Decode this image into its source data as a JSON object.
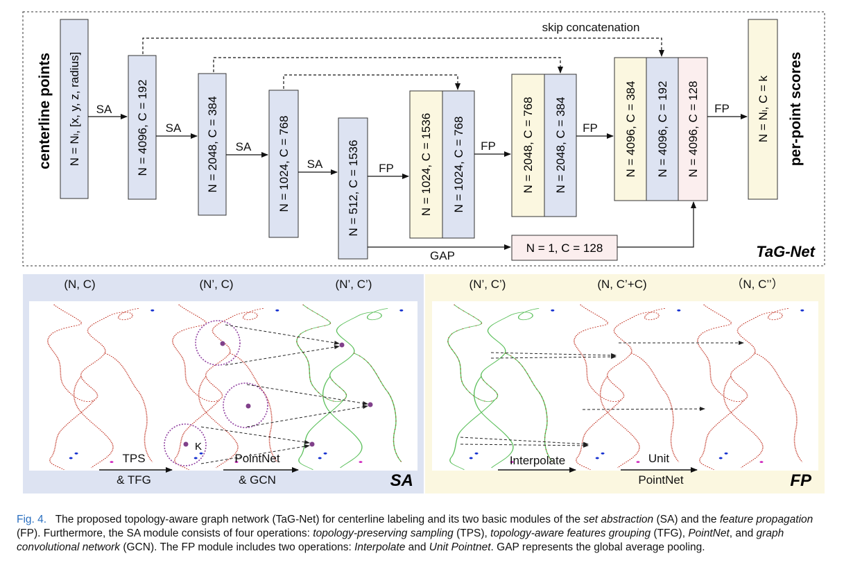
{
  "colors": {
    "sa_fill": "#dde3f2",
    "fp_fill": "#fbf7e0",
    "gap_fill": "#fbeeee",
    "panel_sa_bg": "#dde3f2",
    "panel_fp_bg": "#fbf7e0",
    "caption_blue": "#2a6fbf"
  },
  "top_diagram": {
    "input_label": "centerline points",
    "input_box": "N = Nₗ, [x, y, z, radius]",
    "sa_boxes": [
      "N = 4096, C = 192",
      "N = 2048, C = 384",
      "N = 1024, C = 768",
      "N = 512, C = 1536"
    ],
    "fp1_boxes": [
      "N = 1024, C = 1536",
      "N = 1024, C = 768"
    ],
    "fp2_boxes": [
      "N = 2048, C = 768",
      "N = 2048, C = 384"
    ],
    "fp3_boxes": [
      "N = 4096, C = 384",
      "N = 4096, C = 192",
      "N = 4096, C = 128"
    ],
    "output_box": "N = Nₗ, C = k",
    "output_label": "per-point scores",
    "gap_box": "N = 1, C = 128",
    "labels": {
      "sa": "SA",
      "fp": "FP",
      "gap": "GAP",
      "skip": "skip concatenation",
      "title": "TaG-Net"
    }
  },
  "sa_panel": {
    "headers": [
      "(N, C)",
      "(N’, C)",
      "(N’, C’)"
    ],
    "k_label": "K",
    "op1": [
      "TPS",
      "& TFG"
    ],
    "op2": [
      "PointNet",
      "& GCN"
    ],
    "title": "SA"
  },
  "fp_panel": {
    "headers": [
      "(N’, C’)",
      "(N, C’+C)",
      "（N, C’’）"
    ],
    "op1": "Interpolate",
    "op2": [
      "Unit",
      "PointNet"
    ],
    "title": "FP"
  },
  "caption": {
    "fig": "Fig. 4.",
    "t1": "The proposed topology-aware graph network (TaG-Net) for centerline labeling and its two basic modules of the ",
    "e1": "set abstraction",
    "t2": " (SA) and the ",
    "e2": "feature propagation",
    "t3": " (FP). Furthermore, the SA module consists of four operations: ",
    "e3": "topology-preserving sampling",
    "t4": " (TPS), ",
    "e4": "topology-aware features grouping",
    "t5": " (TFG), ",
    "e5": "PointNet",
    "t6": ", and ",
    "e6": "graph convolutional network",
    "t7": " (GCN). The FP module includes two operations: ",
    "e7": "Interpolate",
    "t8": " and ",
    "e8": "Unit Pointnet",
    "t9": ". GAP represents the global average pooling."
  }
}
